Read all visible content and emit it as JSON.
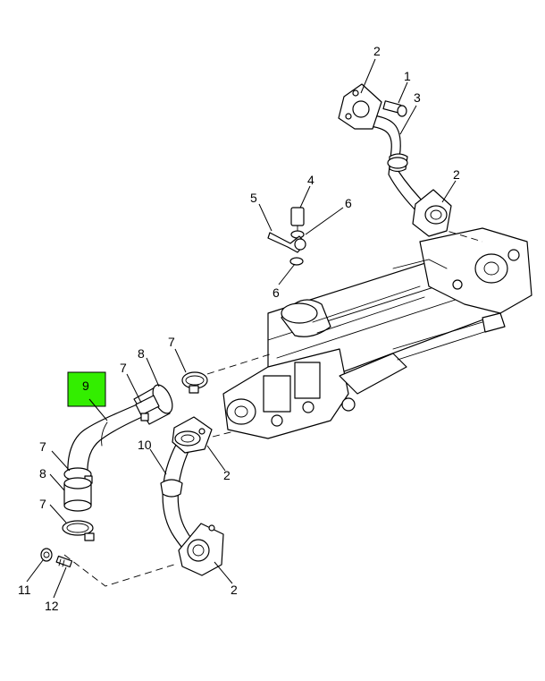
{
  "highlight_color": "#33ee00",
  "highlighted_callout": "9",
  "callouts": [
    {
      "id": "c1",
      "label": "1"
    },
    {
      "id": "c2a",
      "label": "2"
    },
    {
      "id": "c3",
      "label": "3"
    },
    {
      "id": "c2b",
      "label": "2"
    },
    {
      "id": "c4",
      "label": "4"
    },
    {
      "id": "c5",
      "label": "5"
    },
    {
      "id": "c6a",
      "label": "6"
    },
    {
      "id": "c6b",
      "label": "6"
    },
    {
      "id": "c7a",
      "label": "7"
    },
    {
      "id": "c8a",
      "label": "8"
    },
    {
      "id": "c7b",
      "label": "7"
    },
    {
      "id": "c9",
      "label": "9"
    },
    {
      "id": "c7c",
      "label": "7"
    },
    {
      "id": "c8b",
      "label": "8"
    },
    {
      "id": "c7d",
      "label": "7"
    },
    {
      "id": "c10",
      "label": "10"
    },
    {
      "id": "c2c",
      "label": "2"
    },
    {
      "id": "c2d",
      "label": "2"
    },
    {
      "id": "c11",
      "label": "11"
    },
    {
      "id": "c12",
      "label": "12"
    }
  ]
}
